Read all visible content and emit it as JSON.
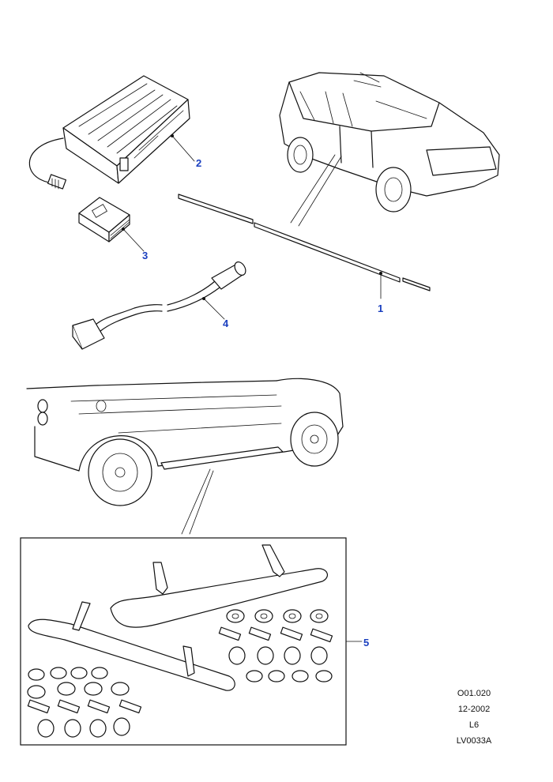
{
  "callouts": {
    "c1": "1",
    "c2": "2",
    "c3": "3",
    "c4": "4",
    "c5": "5"
  },
  "meta": {
    "code": "O01.020",
    "date": "12-2002",
    "group": "L6",
    "ref": "LV0033A"
  },
  "colors": {
    "callout": "#1a3fbf",
    "line": "#111111"
  }
}
